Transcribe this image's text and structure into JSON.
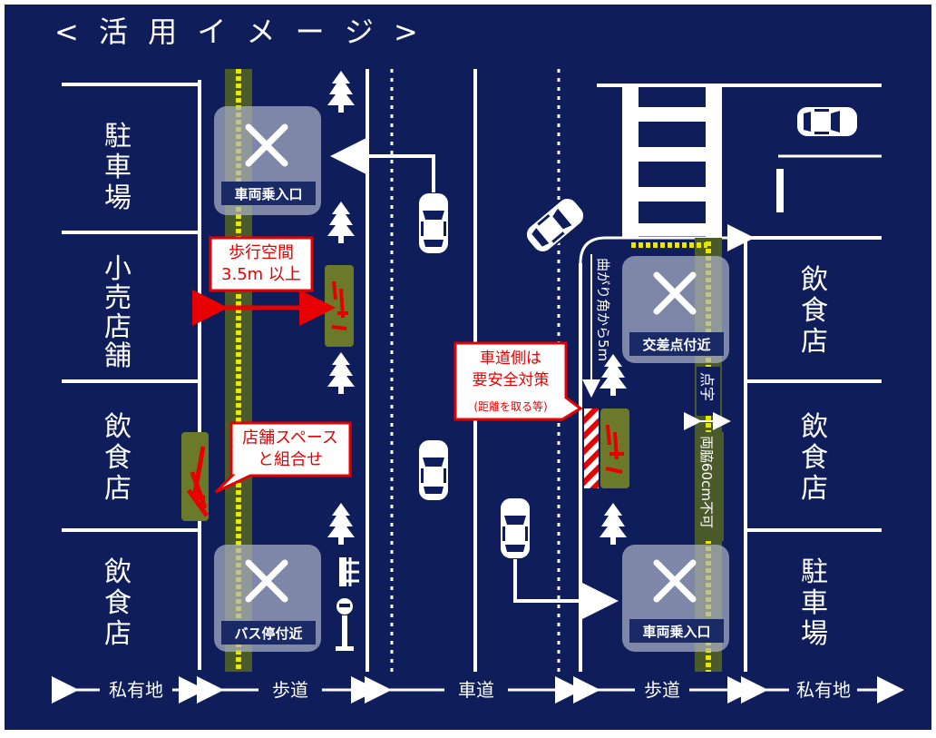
{
  "title": "< 活 用 イ メ ー ジ >",
  "left_facilities": [
    "駐車場",
    "小売店舗",
    "飲食店",
    "飲食店"
  ],
  "right_facilities": [
    "飲食店",
    "飲食店",
    "駐車場"
  ],
  "no_zone_labels": {
    "left_top": "車両乗入口",
    "left_bottom": "バス停付近",
    "right_top": "交差点付近",
    "right_bottom": "車両乗入口"
  },
  "callouts": {
    "walking_space": [
      "歩行空間",
      "3.5m 以上"
    ],
    "store_space": [
      "店舗スペース",
      "と組合せ"
    ],
    "roadway_side": [
      "車道側は",
      "要安全対策",
      "(距離を取る等)"
    ]
  },
  "vertical_notes": {
    "corner": "曲がり角から5m",
    "tactile": "点字",
    "both_sides": "両脇60cm不可"
  },
  "bottom_labels": [
    "私有地",
    "歩道",
    "車道",
    "歩道",
    "私有地"
  ],
  "colors": {
    "background": "#0f1e5a",
    "lines": "#ffffff",
    "sidewalk_strip": "#4b5a2a",
    "tactile_paving": "#e6e600",
    "callout_red": "#e60000",
    "no_zone_box": "#aeb3c8",
    "no_zone_label_bg": "#1a2a66"
  }
}
